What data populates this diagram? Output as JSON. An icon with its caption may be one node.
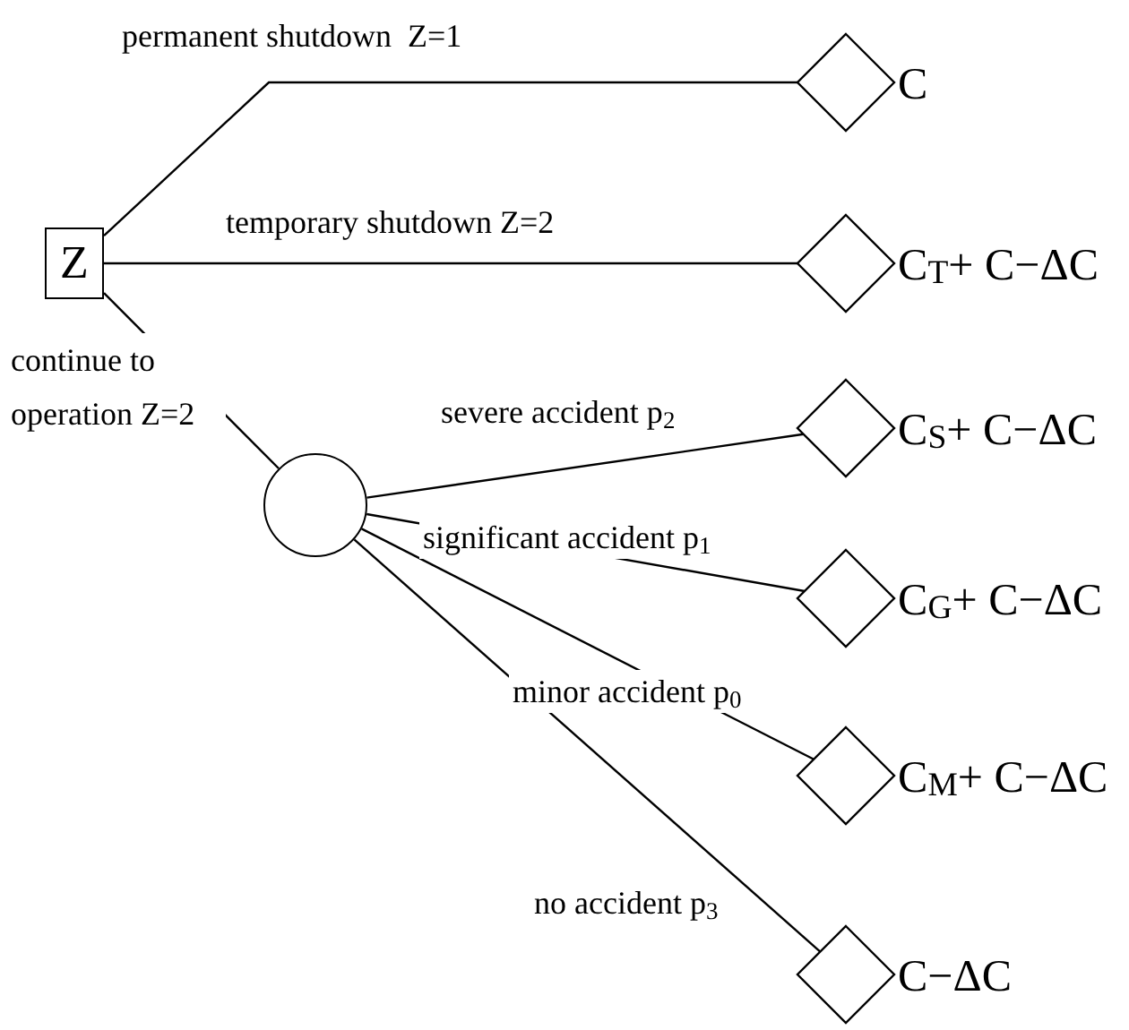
{
  "diagram": {
    "nodes": [
      {
        "text": [
          "Z"
        ]
      },
      {
        "text": [],
        "shape": "circle"
      },
      {
        "text": [],
        "shape": "diamond",
        "beside": [
          "C"
        ]
      },
      {
        "text": [],
        "shape": "diamond",
        "beside": [
          "C$_{T}$+ C−ΔC"
        ]
      },
      {
        "text": [],
        "shape": "diamond",
        "beside": [
          "C$_{S}$+ C−ΔC"
        ]
      },
      {
        "text": [],
        "shape": "diamond",
        "beside": [
          "C$_{G}$+ C−ΔC"
        ]
      },
      {
        "text": [],
        "shape": "diamond",
        "beside": [
          "C$_{M}$+ C−ΔC"
        ]
      },
      {
        "text": [],
        "shape": "diamond",
        "beside": [
          "C−ΔC"
        ]
      }
    ],
    "edges": [
      {
        "from": 0,
        "to": 2,
        "arrow": "none",
        "label": "permanent shutdown  Z=1"
      },
      {
        "from": 0,
        "to": 3,
        "arrow": "none",
        "label": "temporary shutdown Z=2"
      },
      {
        "from": 0,
        "to": 1,
        "arrow": "none",
        "label": "continue to operation Z=2"
      },
      {
        "from": 1,
        "to": 4,
        "arrow": "none",
        "label": "severe accident p$_{2}$"
      },
      {
        "from": 1,
        "to": 5,
        "arrow": "none",
        "label": "significant accident p$_{1}$"
      },
      {
        "from": 1,
        "to": 6,
        "arrow": "none",
        "label": "minor accident p$_{0}$"
      },
      {
        "from": 1,
        "to": 7,
        "arrow": "none",
        "label": "no accident p$_{3}$"
      }
    ]
  }
}
